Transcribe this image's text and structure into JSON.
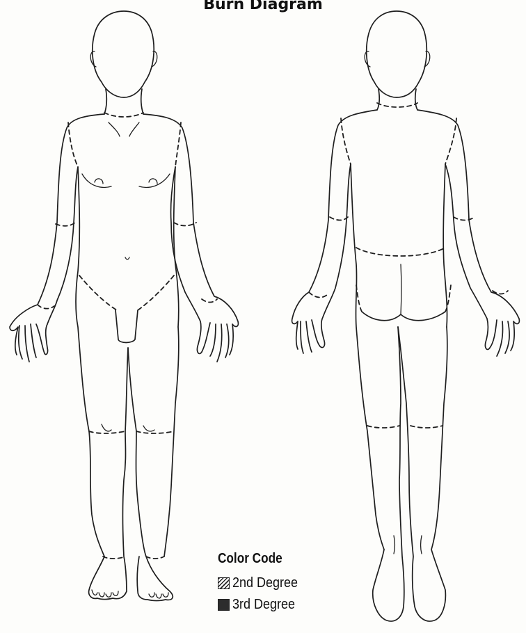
{
  "title": "Burn Diagram",
  "legend": {
    "title": "Color Code",
    "items": [
      {
        "label": "2nd Degree",
        "pattern": "hatched"
      },
      {
        "label": "3rd Degree",
        "color": "#2d2d2d"
      }
    ]
  },
  "figures": {
    "front": "front-view-body-outline",
    "back": "back-view-body-outline"
  }
}
